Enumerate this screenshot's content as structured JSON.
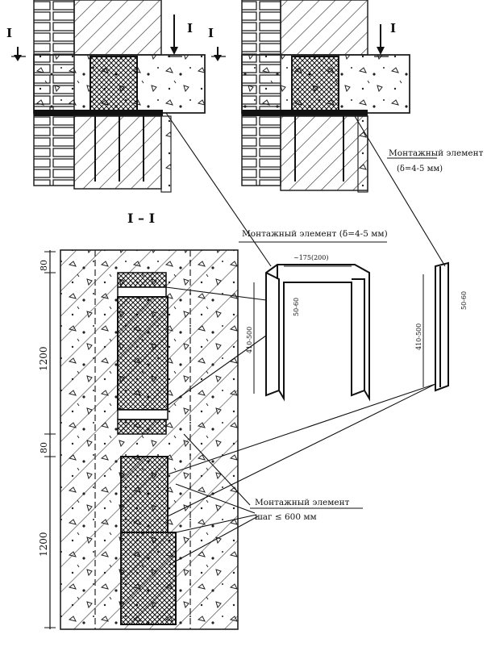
{
  "section_marks": {
    "mark": "I",
    "section_title": "I – I"
  },
  "labels": {
    "mount_element_top": "Монтажный элемент (δ=4-5 мм)",
    "mount_element_right_1": "Монтажный элемент",
    "mount_element_right_2": "(δ=4-5 мм)",
    "mount_element_bottom_1": "Монтажный элемент",
    "mount_element_bottom_2": "шаг ≤ 600 мм"
  },
  "dimensions": {
    "width_u": "~175(200)",
    "leg_width_u": "50-60",
    "height_u": "410-500",
    "leg_width_flat": "50-60",
    "height_flat": "410-500",
    "d_80_top": "80",
    "d_1200_top": "1200",
    "d_80_mid": "80",
    "d_1200_bottom": "1200"
  }
}
